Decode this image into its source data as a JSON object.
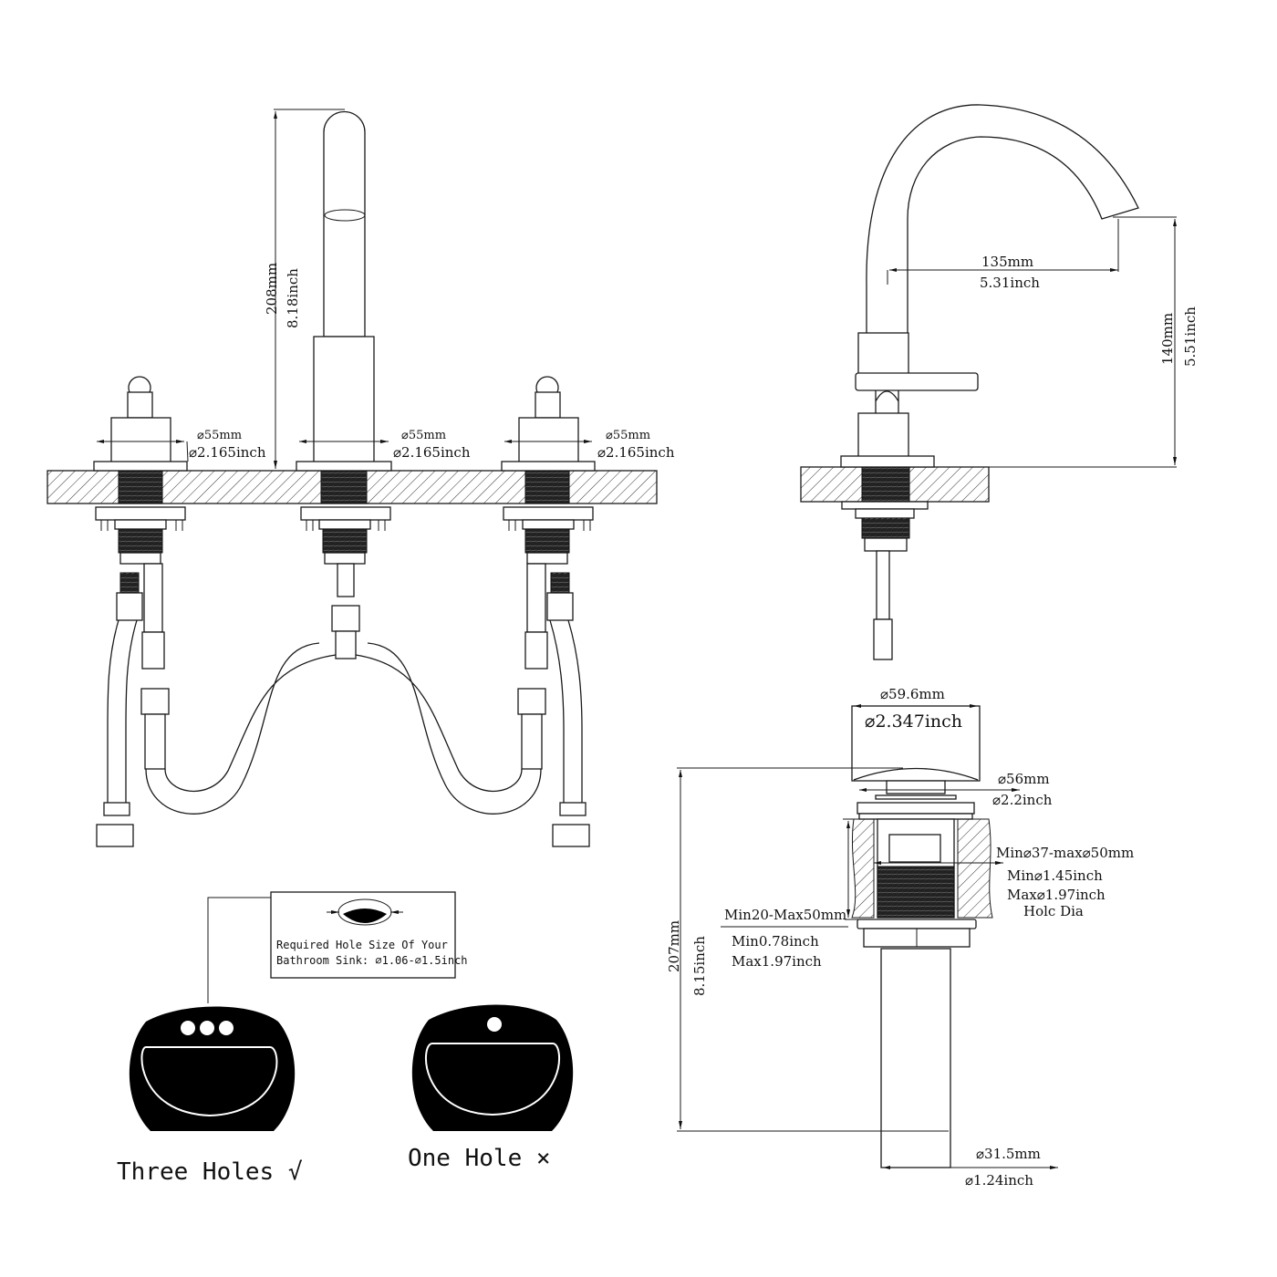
{
  "widespread_faucet": {
    "spout_height": {
      "mm": "208mm",
      "inch": "8.18inch"
    },
    "left_handle_base": {
      "mm": "⌀55mm",
      "inch": "⌀2.165inch"
    },
    "spout_base": {
      "mm": "⌀55mm",
      "inch": "⌀2.165inch"
    },
    "right_handle_base": {
      "mm": "⌀55mm",
      "inch": "⌀2.165inch"
    }
  },
  "side_view": {
    "spout_reach": {
      "mm": "135mm",
      "inch": "5.31inch"
    },
    "spout_clearance": {
      "mm": "140mm",
      "inch": "5.51inch"
    }
  },
  "drain": {
    "cap_diameter": {
      "mm": "⌀59.6mm",
      "inch": "⌀2.347inch"
    },
    "flange_diameter": {
      "mm": "⌀56mm",
      "inch": "⌀2.2inch"
    },
    "hole_diameter": {
      "mm": "Min⌀37-max⌀50mm",
      "inch_min": "Min⌀1.45inch",
      "inch_max": "Max⌀1.97inch",
      "note": "Holc Dia"
    },
    "counter_thickness": {
      "mm": "Min20-Max50mm",
      "inch_min": "Min0.78inch",
      "inch_max": "Max1.97inch"
    },
    "total_length": {
      "mm": "207mm",
      "inch": "8.15inch"
    },
    "tail_diameter": {
      "mm": "⌀31.5mm",
      "inch": "⌀1.24inch"
    }
  },
  "hole_note": {
    "line1": "Required Hole Size Of Your",
    "line2": "Bathroom Sink: ⌀1.06-⌀1.5inch"
  },
  "sinks": [
    {
      "label": "Three Holes",
      "mark": "√",
      "holes": 3
    },
    {
      "label": "One Hole",
      "mark": "×",
      "holes": 1
    }
  ],
  "colors": {
    "line": "#1a1a1a",
    "background": "#ffffff"
  }
}
